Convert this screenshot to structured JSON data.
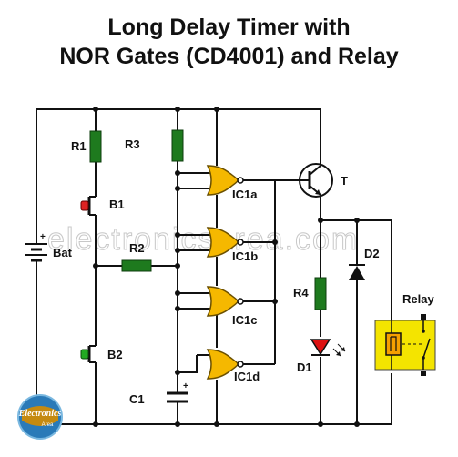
{
  "title": {
    "line1": "Long Delay Timer with",
    "line2": "NOR Gates (CD4001) and Relay"
  },
  "labels": {
    "r1": "R1",
    "r2": "R2",
    "r3": "R3",
    "r4": "R4",
    "b1": "B1",
    "b2": "B2",
    "bat": "Bat",
    "c1": "C1",
    "ic1a": "IC1a",
    "ic1b": "IC1b",
    "ic1c": "IC1c",
    "ic1d": "IC1d",
    "t": "T",
    "d1": "D1",
    "d2": "D2",
    "relay": "Relay",
    "plus_bat": "+",
    "plus_c1": "+"
  },
  "watermark": "electronicsarea.com",
  "logo": {
    "line1": "Electronics",
    "line2": "Area"
  },
  "colors": {
    "resistor": "#1e7a1e",
    "gate": "#f5b800",
    "led": "#dd1111",
    "button_b1": "#dd2222",
    "button_b2": "#22aa22",
    "relay_fill": "#f4e400",
    "relay_coil": "#f5a000"
  }
}
